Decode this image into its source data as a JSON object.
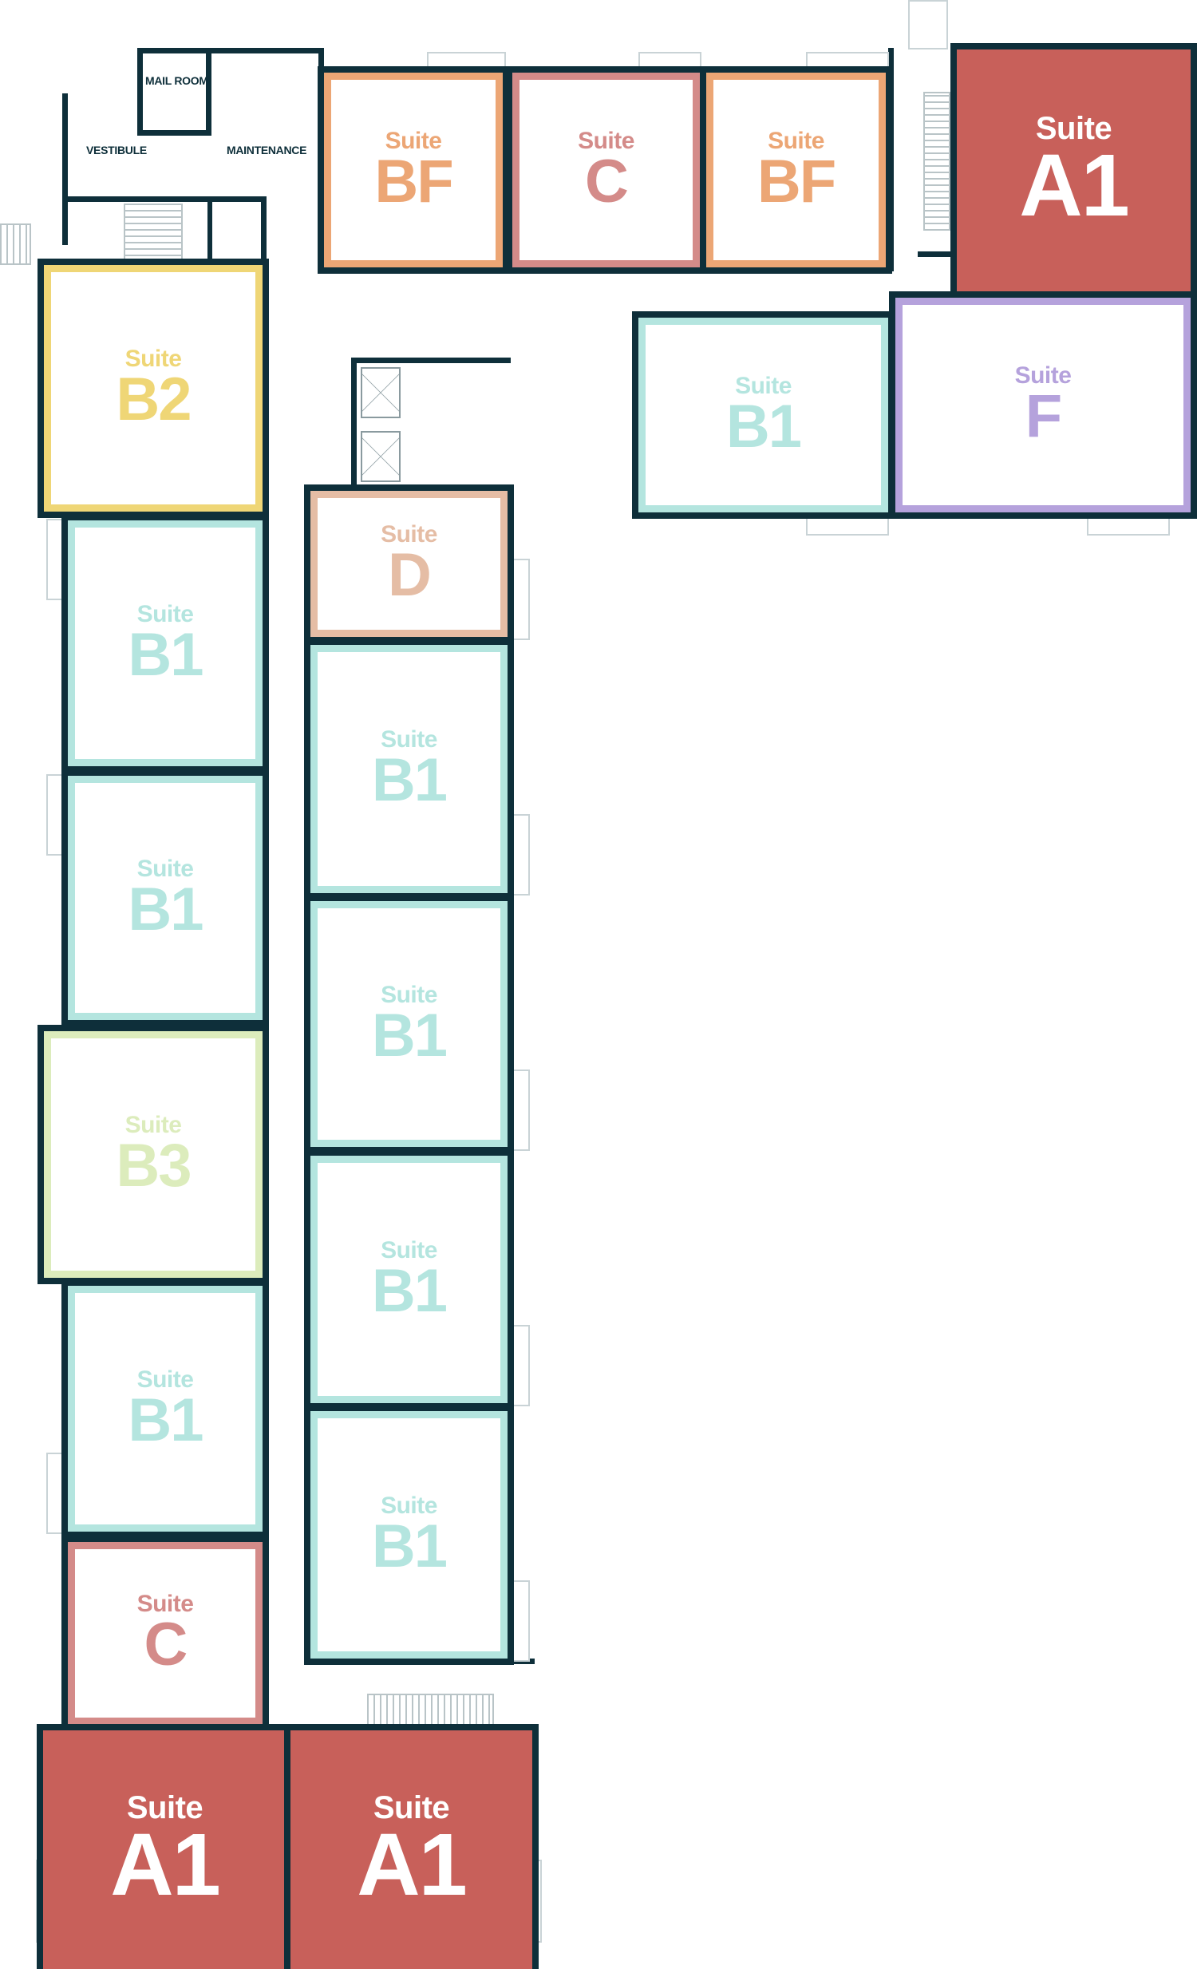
{
  "rooms": {
    "mail_room": "MAIL ROOM",
    "vestibule": "VESTIBULE",
    "maintenance": "MAINTENANCE"
  },
  "suite_word": "Suite",
  "suites": [
    {
      "id": "BF",
      "label": "BF"
    },
    {
      "id": "C",
      "label": "C"
    },
    {
      "id": "BF",
      "label": "BF"
    },
    {
      "id": "A1",
      "label": "A1"
    },
    {
      "id": "B2",
      "label": "B2"
    },
    {
      "id": "B1",
      "label": "B1"
    },
    {
      "id": "F",
      "label": "F"
    },
    {
      "id": "D",
      "label": "D"
    },
    {
      "id": "B1",
      "label": "B1"
    },
    {
      "id": "B1",
      "label": "B1"
    },
    {
      "id": "B3",
      "label": "B3"
    },
    {
      "id": "B1",
      "label": "B1"
    },
    {
      "id": "C",
      "label": "C"
    },
    {
      "id": "B1",
      "label": "B1"
    },
    {
      "id": "B1",
      "label": "B1"
    },
    {
      "id": "B1",
      "label": "B1"
    },
    {
      "id": "B1",
      "label": "B1"
    },
    {
      "id": "A1",
      "label": "A1"
    },
    {
      "id": "A1",
      "label": "A1"
    }
  ],
  "colors": {
    "wall": "#0e2f3a",
    "A1": "#c8605a",
    "BF": "#eca675",
    "C": "#d48b89",
    "B1": "#b4e5df",
    "B2": "#efd676",
    "B3": "#dcecbc",
    "D": "#e5bda5",
    "F": "#b5a2dc"
  }
}
